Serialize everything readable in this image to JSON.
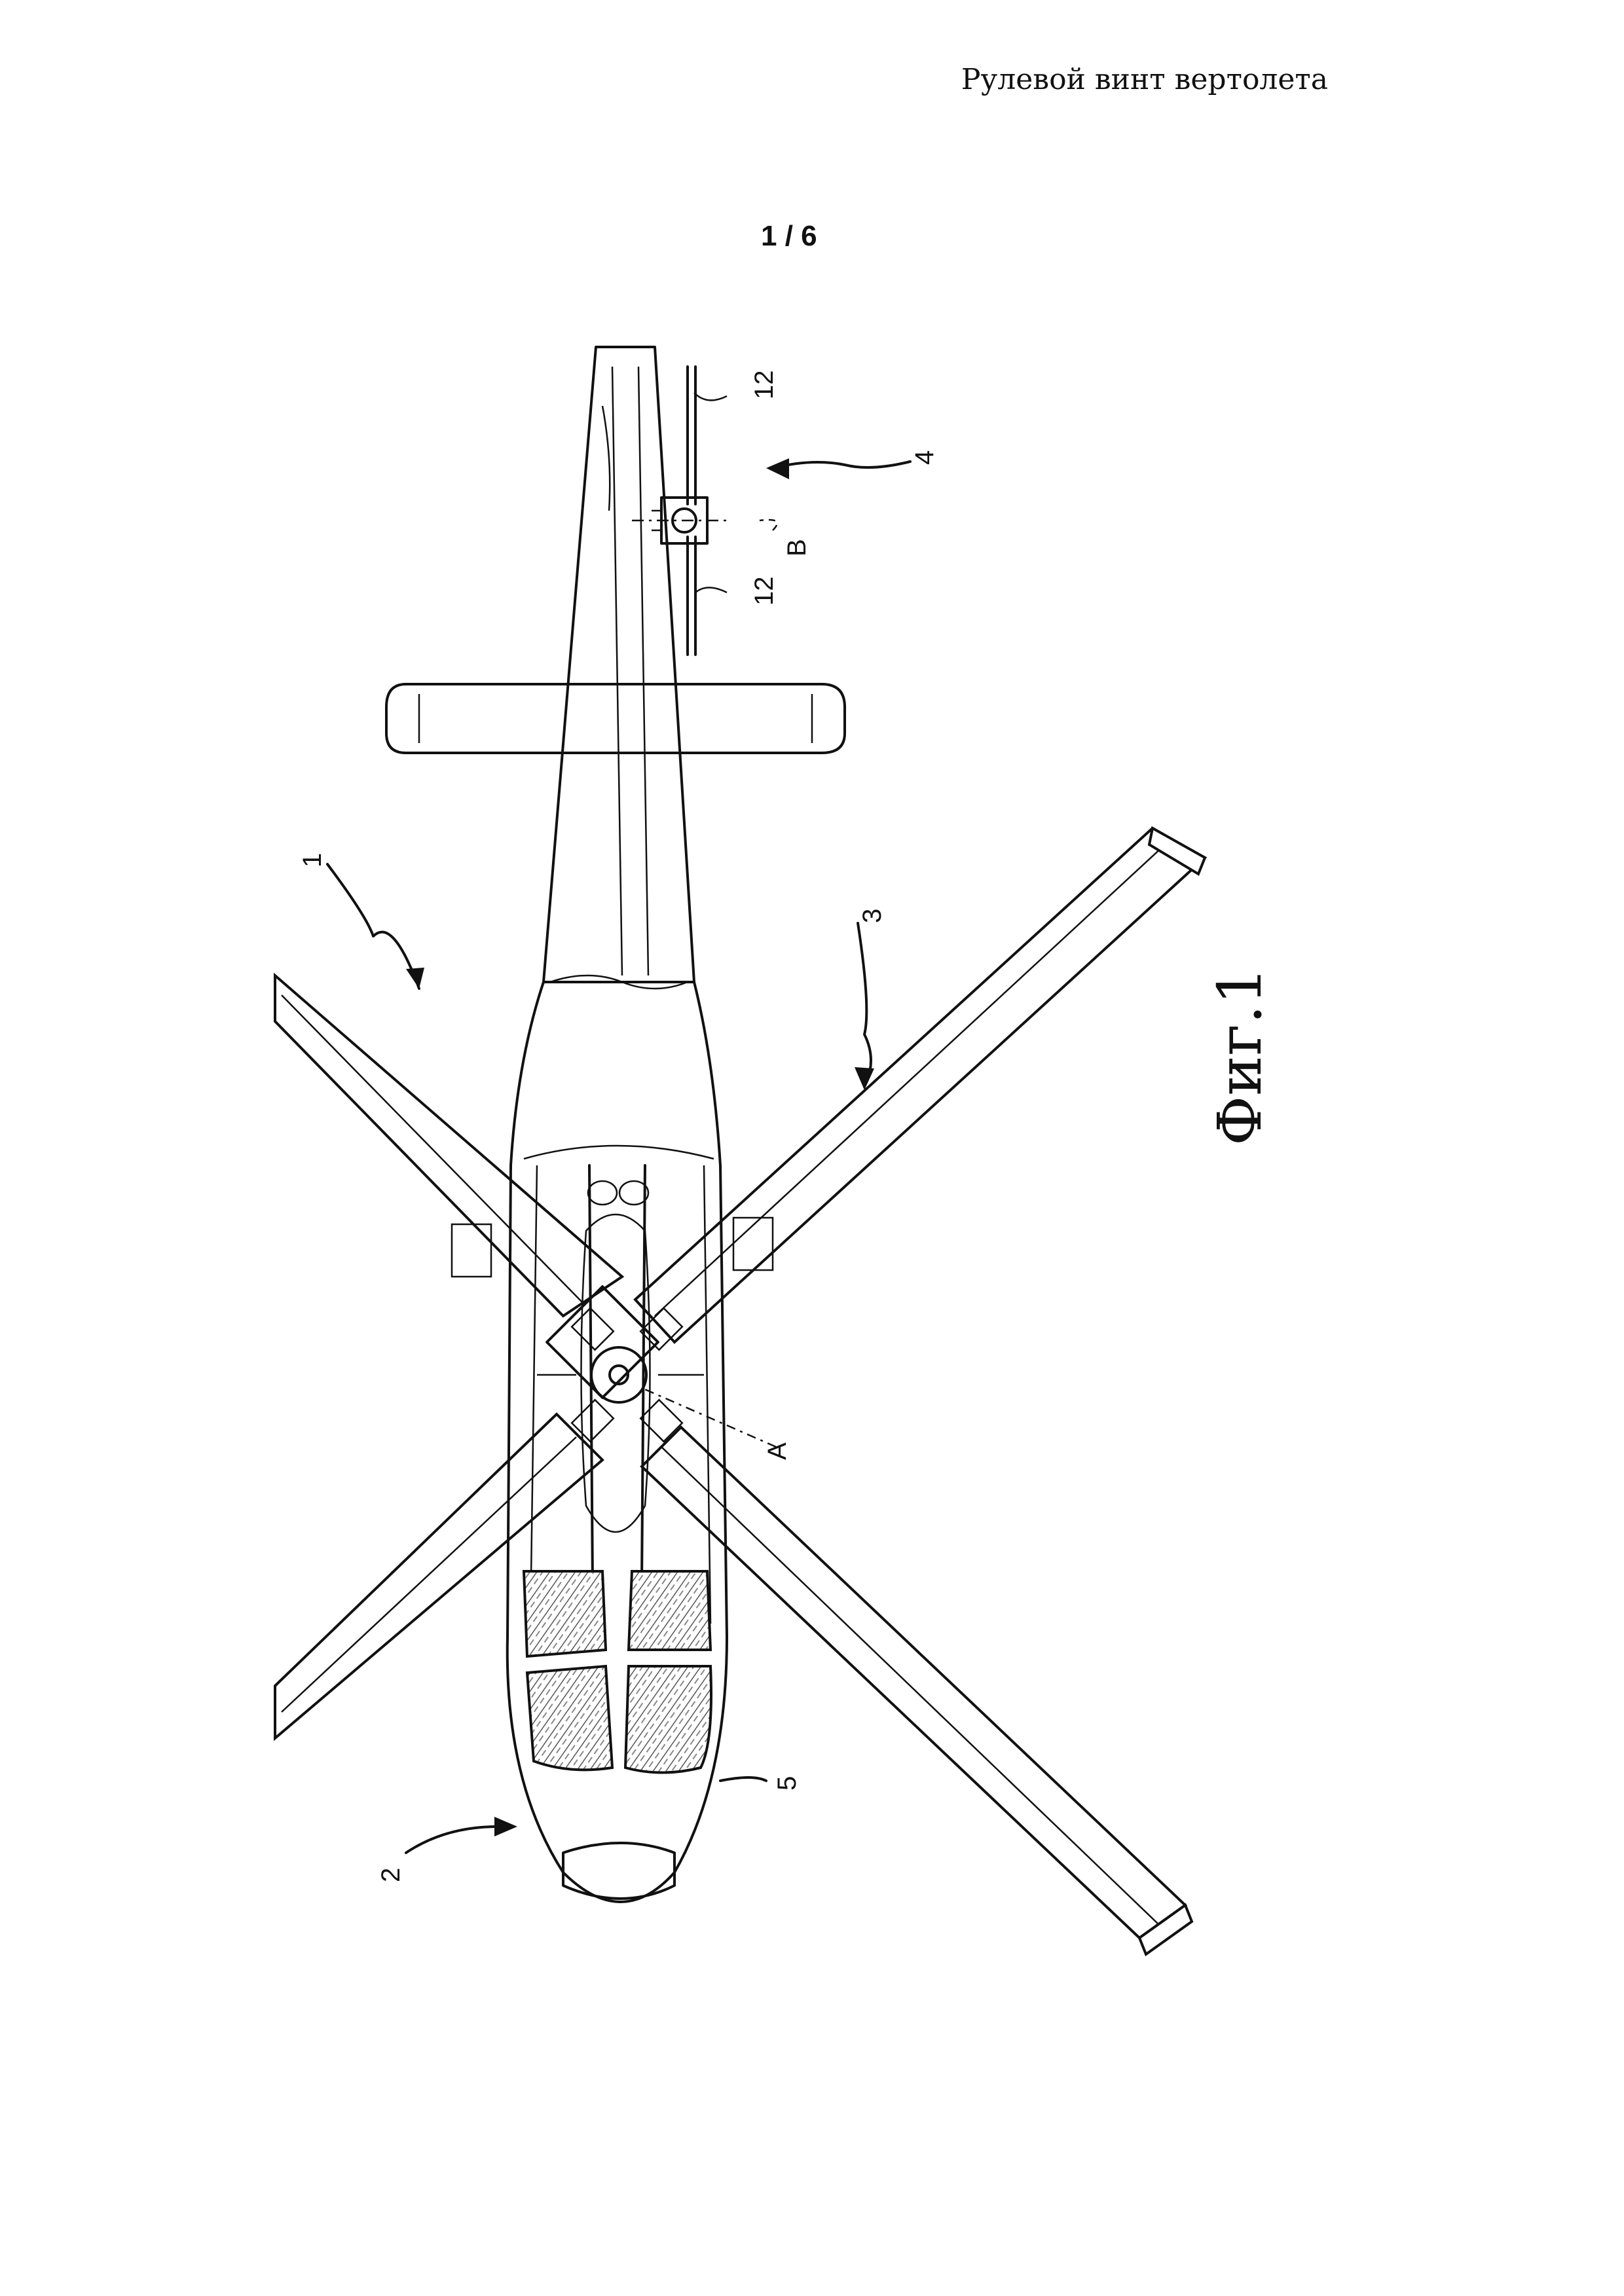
{
  "header": {
    "title": "Рулевой винт вертолета",
    "sheet": "1 / 6"
  },
  "figure": {
    "caption": "Фиг.1",
    "refs": {
      "r1": "1",
      "r2": "2",
      "r3": "3",
      "r4": "4",
      "r5": "5",
      "r12a": "12",
      "r12b": "12",
      "rA": "A",
      "rB": "B"
    }
  }
}
